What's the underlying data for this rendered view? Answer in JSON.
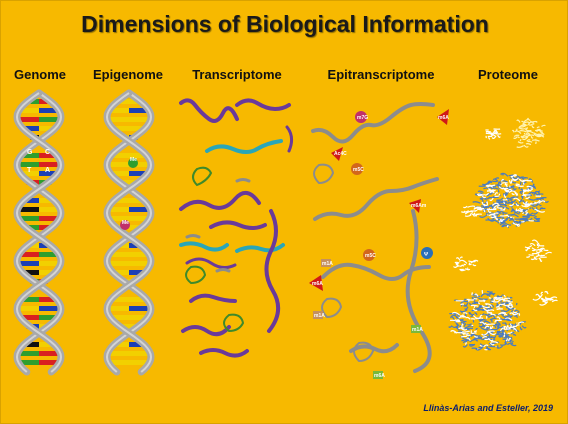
{
  "title": "Dimensions of Biological Information",
  "columns": [
    {
      "label": "Genome"
    },
    {
      "label": "Epigenome"
    },
    {
      "label": "Transcriptome"
    },
    {
      "label": "Epitranscriptome"
    },
    {
      "label": "Proteome"
    }
  ],
  "genome_bases": {
    "g": "G",
    "c": "C",
    "t": "T",
    "a": "A"
  },
  "epigenome_marks": [
    "Me",
    "Me"
  ],
  "epitranscriptome_marks": [
    "m6A",
    "m5C",
    "m1A",
    "Ψ",
    "m6Am",
    "m7G",
    "Ac4C",
    "m6A",
    "m5C",
    "m1A"
  ],
  "credit": "Llinàs-Arias and Esteller, 2019",
  "colors": {
    "background": "#f7b900",
    "helix": "#a9a9a9",
    "rung_green": "#2e9e2e",
    "rung_red": "#d92020",
    "rung_blue": "#1c3fb5",
    "rung_yellow": "#f2d000",
    "rna_purple": "#6a3a9a",
    "rna_teal": "#2aa6b8",
    "rna_gray": "#8c8c8c",
    "protein_blue": "#4a7bc0",
    "mark_red": "#d01818",
    "mark_orange": "#d2661c"
  }
}
